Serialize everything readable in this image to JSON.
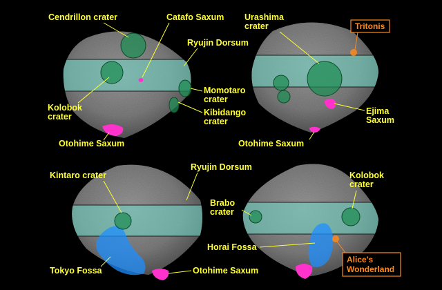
{
  "panels": {
    "top_left": {
      "cendrillon": "Cendrillon crater",
      "catafo": "Catafo Saxum",
      "ryujin": "Ryujin Dorsum",
      "momotaro": [
        "Momotaro",
        "crater"
      ],
      "kolobok": [
        "Kolobok",
        "crater"
      ],
      "kibidango": [
        "Kibidango",
        "crater"
      ],
      "otohime": "Otohime Saxum"
    },
    "top_right": {
      "urashima": [
        "Urashima",
        "crater"
      ],
      "tritonis": "Tritonis",
      "ejima": [
        "Ejima",
        "Saxum"
      ],
      "otohime": "Otohime Saxum"
    },
    "bottom_left": {
      "kintaro": "Kintaro crater",
      "ryujin": "Ryujin Dorsum",
      "tokyo": "Tokyo Fossa",
      "otohime": "Otohime Saxum"
    },
    "bottom_right": {
      "kolobok": [
        "Kolobok",
        "crater"
      ],
      "brabo": [
        "Brabo",
        "crater"
      ],
      "horai": "Horai Fossa",
      "alice": [
        "Alice's",
        "Wonderland"
      ]
    }
  },
  "colors": {
    "label": "#ffff33",
    "orange_label": "#ff8a1c",
    "band": "#6fd8c7",
    "crater": "#1e8e55",
    "fossa": "#1f8fff",
    "saxum": "#ff33cc"
  }
}
